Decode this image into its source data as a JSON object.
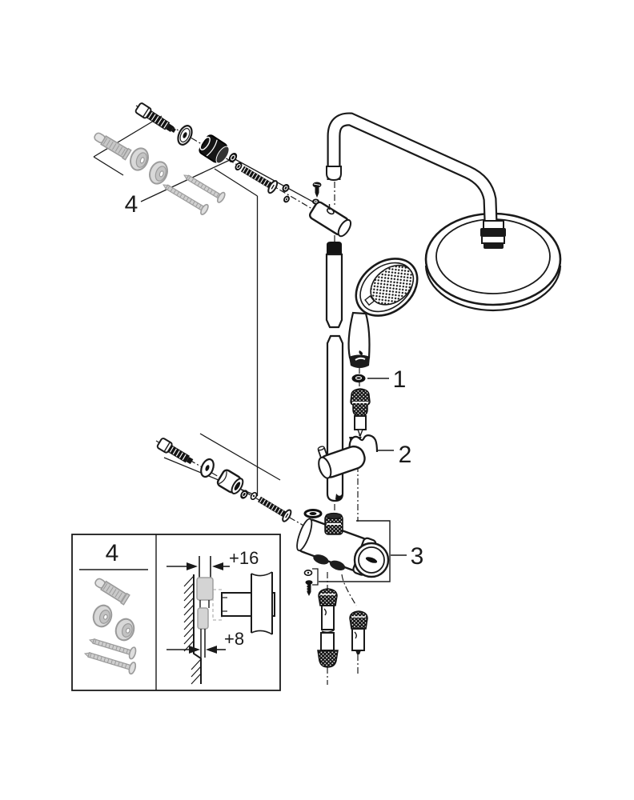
{
  "diagram": {
    "type": "exploded-parts-diagram",
    "subject": "shower-system-with-rain-head-hand-shower-and-thermostat",
    "callouts": {
      "c1": "1",
      "c2": "2",
      "c3": "3",
      "c4": "4"
    },
    "detail_box": {
      "label": "4",
      "dim_top": "+16",
      "dim_bottom": "+8"
    },
    "colors": {
      "line": "#1a1a1a",
      "muted_fill": "#c9c9c9",
      "muted_stroke": "#9c9c9c",
      "background": "#ffffff"
    }
  }
}
